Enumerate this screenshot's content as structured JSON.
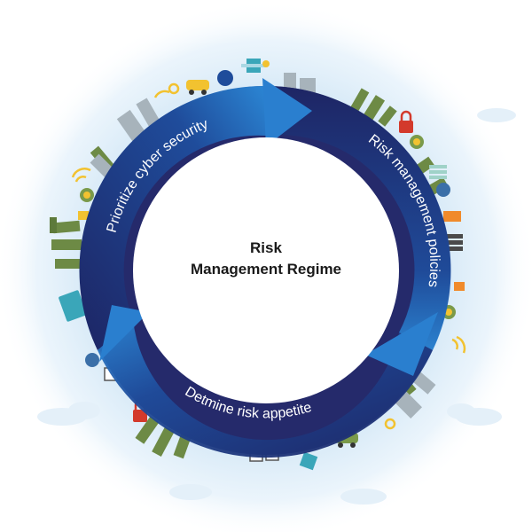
{
  "center": {
    "line1": "Risk",
    "line2": "Management Regime"
  },
  "segments": [
    {
      "label": "Prioritize cyber security"
    },
    {
      "label": "Risk management policies"
    },
    {
      "label": "Detmine risk appetite"
    }
  ],
  "colors": {
    "ring_dark": "#252a6b",
    "ring_mid": "#1e4b9a",
    "arrow_light": "#2a7fcf",
    "glow": "#d9ecf8",
    "building": "#5d7a3a",
    "building_gray": "#9aa5ad",
    "accent_yellow": "#f2c230",
    "accent_red": "#d33a2c",
    "accent_teal": "#3aa6b9"
  },
  "icons": [
    "factory-icon",
    "building-icon",
    "car-icon",
    "wifi-icon",
    "lock-icon",
    "server-icon",
    "cloud-icon",
    "satellite-icon",
    "globe-icon",
    "camera-icon"
  ]
}
